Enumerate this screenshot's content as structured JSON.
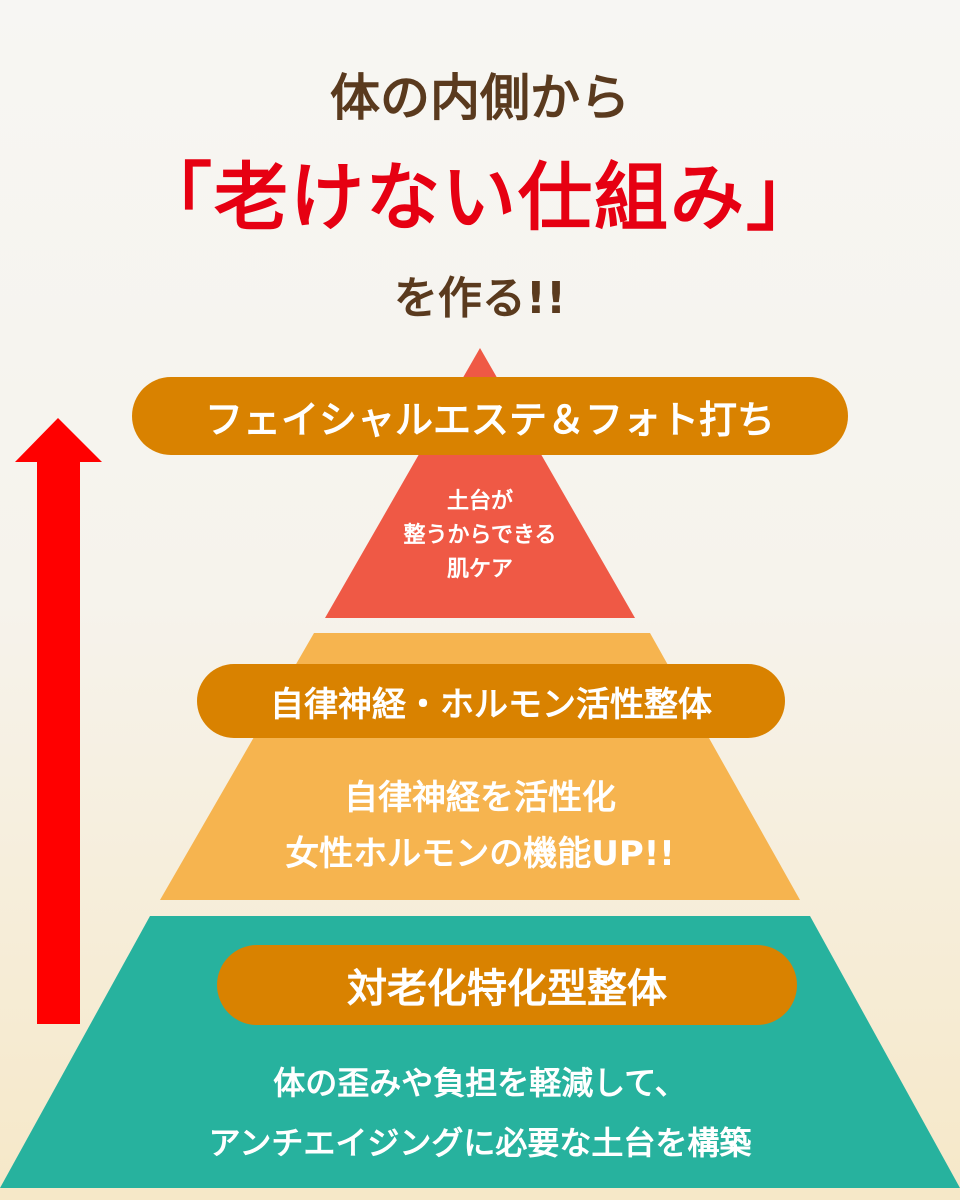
{
  "heading": {
    "line1": "体の内側から",
    "line2": "「老けない仕組み」",
    "line3": "を作る!!"
  },
  "pyramid": {
    "top": {
      "label": "フェイシャルエステ＆フォト打ち",
      "lines": [
        "土台が",
        "整うからできる",
        "肌ケア"
      ]
    },
    "middle": {
      "label": "自律神経・ホルモン活性整体",
      "lines": [
        "自律神経を活性化",
        "女性ホルモンの機能UP!!"
      ]
    },
    "bottom": {
      "label": "対老化特化型整体",
      "lines": [
        "体の歪みや負担を軽減して、",
        "アンチエイジングに必要な土台を構築"
      ]
    }
  },
  "colors": {
    "brown": "#5a3a1e",
    "red": "#e60012",
    "pill": "#d98200",
    "top": "#ef5945",
    "middle": "#f6b44f",
    "bottom": "#27b29e",
    "arrow": "#ff0000"
  }
}
